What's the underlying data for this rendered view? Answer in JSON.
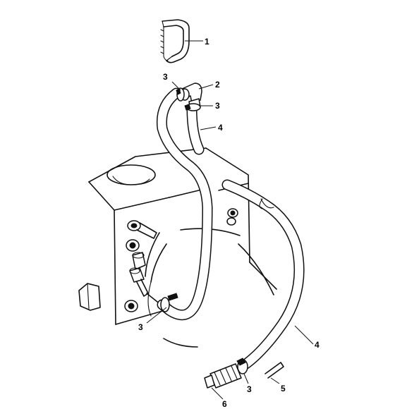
{
  "callouts": {
    "c1": "1",
    "c2": "2",
    "c3_top_left": "3",
    "c3_top_right": "3",
    "c4_top": "4",
    "c3_lower_left": "3",
    "c4_lower": "4",
    "c3_bottom": "3",
    "c5": "5",
    "c6": "6"
  }
}
